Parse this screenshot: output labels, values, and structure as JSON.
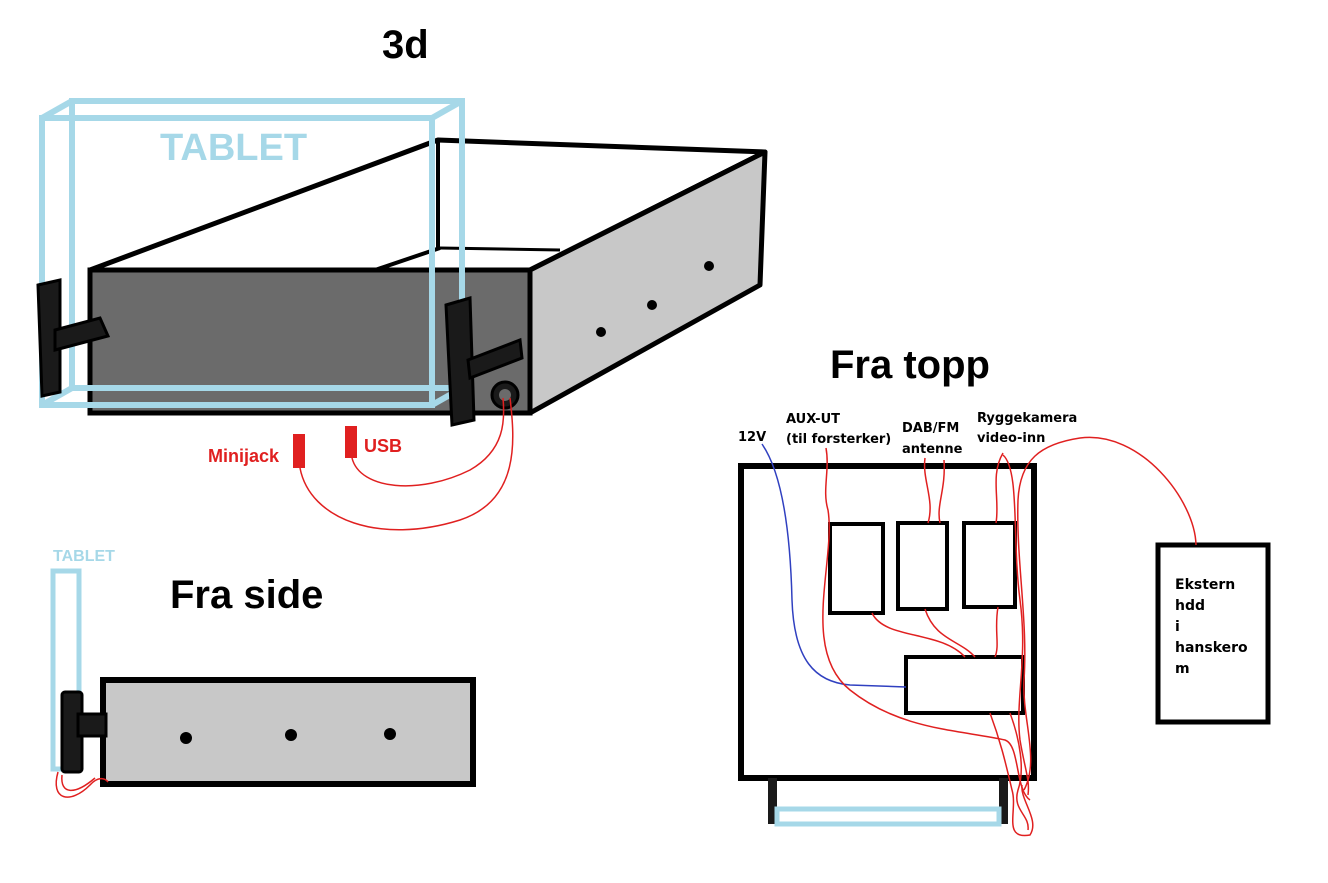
{
  "titles": {
    "view_3d": "3d",
    "view_top": "Fra topp",
    "view_side": "Fra side"
  },
  "labels": {
    "tablet_3d": "TABLET",
    "tablet_side": "TABLET",
    "minijack": "Minijack",
    "usb": "USB",
    "power_12v": "12V",
    "aux_line1": "AUX-UT",
    "aux_line2": "(til forsterker)",
    "dab_line1": "DAB/FM",
    "dab_line2": "antenne",
    "camera_line1": "Ryggekamera",
    "camera_line2": "video-inn"
  },
  "external_hdd": {
    "lines": [
      "Ekstern",
      "hdd",
      "i",
      "hanskero",
      "m"
    ]
  },
  "colors": {
    "tablet": "#a6d8e8",
    "wire_red": "#e02020",
    "wire_blue": "#3040c0",
    "box_front": "#6b6b6b",
    "box_side": "#c8c8c8",
    "outline": "#000000"
  }
}
